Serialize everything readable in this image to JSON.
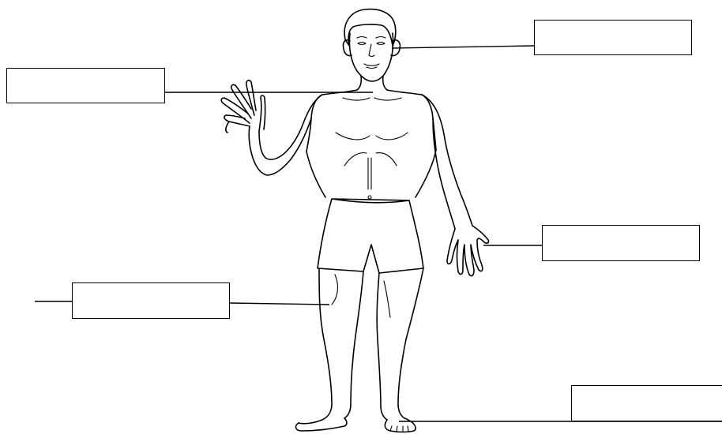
{
  "labels": [
    {
      "id": "head",
      "text": ""
    },
    {
      "id": "neck",
      "text": ""
    },
    {
      "id": "hand",
      "text": ""
    },
    {
      "id": "knee",
      "text": ""
    },
    {
      "id": "foot",
      "text": ""
    }
  ],
  "colors": {
    "line": "#000000",
    "background": "#ffffff"
  }
}
